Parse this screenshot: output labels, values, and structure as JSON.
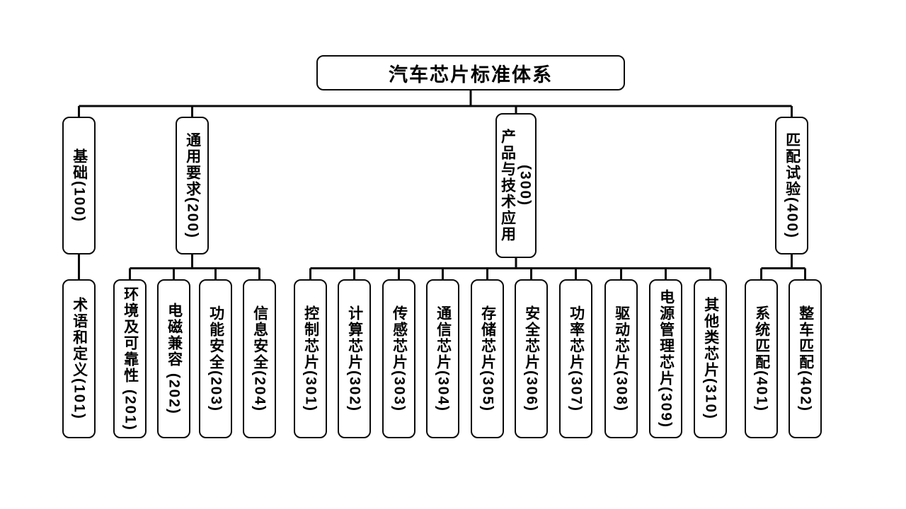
{
  "title": "汽车芯片标准体系",
  "level1": [
    {
      "label": "基础(100)"
    },
    {
      "label": "通用要求(200)"
    },
    {
      "label": "产品与技术应用(300)",
      "lines": [
        "产品与技术应用",
        "(300)"
      ]
    },
    {
      "label": "匹配试验(400)"
    }
  ],
  "level2": [
    {
      "label": "术语和定义(101)"
    },
    {
      "label": "环境及可靠性 (201)"
    },
    {
      "label": "电磁兼容 (202)"
    },
    {
      "label": "功能安全(203)"
    },
    {
      "label": "信息安全(204)"
    },
    {
      "label": "控制芯片(301)"
    },
    {
      "label": "计算芯片(302)"
    },
    {
      "label": "传感芯片(303)"
    },
    {
      "label": "通信芯片(304)"
    },
    {
      "label": "存储芯片(305)"
    },
    {
      "label": "安全芯片(306)"
    },
    {
      "label": "功率芯片(307)"
    },
    {
      "label": "驱动芯片(308)"
    },
    {
      "label": "电源管理芯片(309)"
    },
    {
      "label": "其他类芯片(310)"
    },
    {
      "label": "系统匹配(401)"
    },
    {
      "label": "整车匹配(402)"
    }
  ]
}
